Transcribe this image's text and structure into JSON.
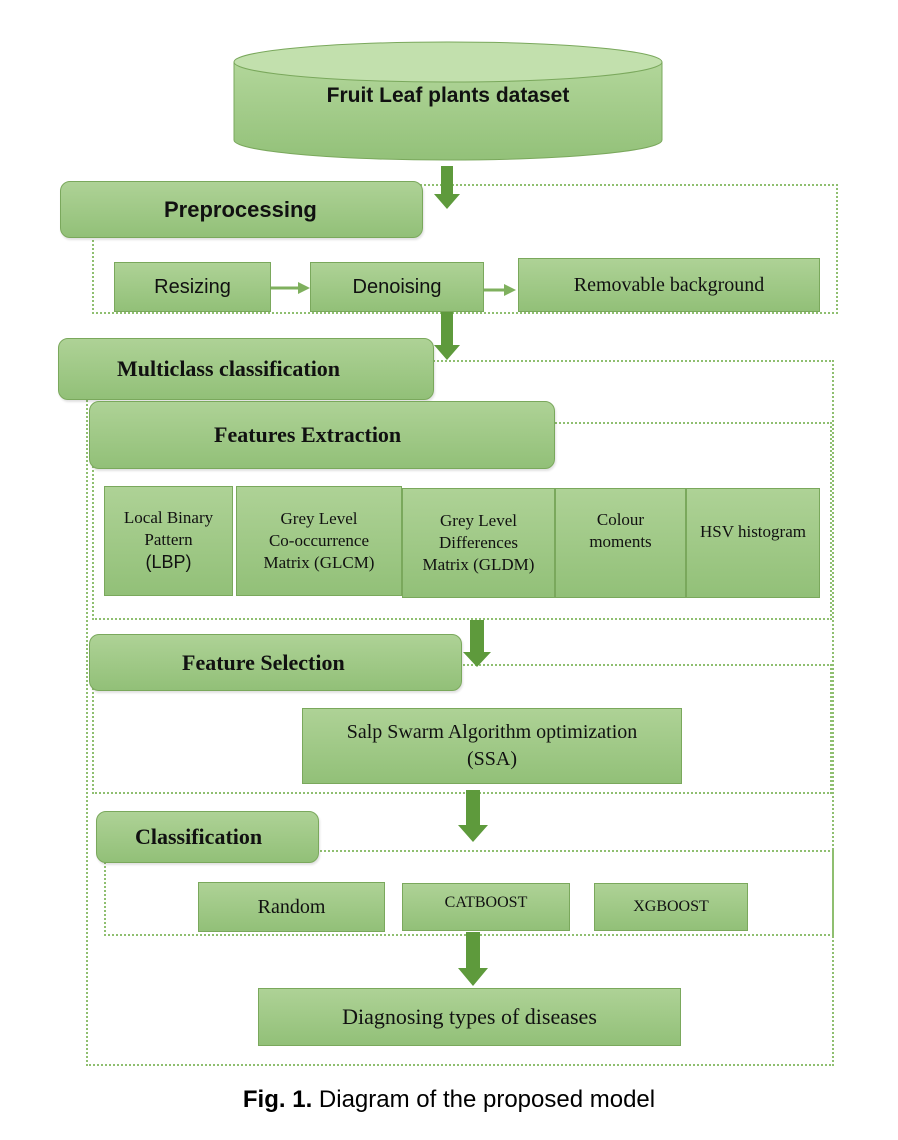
{
  "dataset": {
    "title": "Fruit Leaf plants dataset"
  },
  "preprocessing": {
    "title": "Preprocessing",
    "steps": [
      "Resizing",
      "Denoising",
      "Removable background"
    ]
  },
  "multiclass": {
    "title": "Multiclass classification"
  },
  "features_extraction": {
    "title": "Features Extraction",
    "items": [
      {
        "line1": "Local Binary",
        "line2": "Pattern",
        "line3": "(LBP)"
      },
      {
        "line1": "Grey Level",
        "line2": "Co-occurrence",
        "line3": "Matrix (GLCM)"
      },
      {
        "line1": "Grey Level",
        "line2": "Differences",
        "line3": "Matrix (GLDM)"
      },
      {
        "line1": "Colour",
        "line2": "moments",
        "line3": ""
      },
      {
        "line1": "HSV histogram",
        "line2": "",
        "line3": ""
      }
    ]
  },
  "feature_selection": {
    "title": "Feature Selection",
    "method_line1": "Salp Swarm Algorithm optimization",
    "method_line2": "(SSA)"
  },
  "classification": {
    "title": "Classification",
    "classifiers": [
      "Random",
      "CATBOOST",
      "XGBOOST"
    ]
  },
  "output": {
    "label": "Diagnosing types of diseases"
  },
  "caption": {
    "prefix": "Fig. 1.",
    "text": "Diagram of the proposed model"
  },
  "colors": {
    "box_fill": "#9bc882",
    "border": "#7aa85c",
    "arrow": "#5e9a3c",
    "dotted": "#8fbf70"
  }
}
